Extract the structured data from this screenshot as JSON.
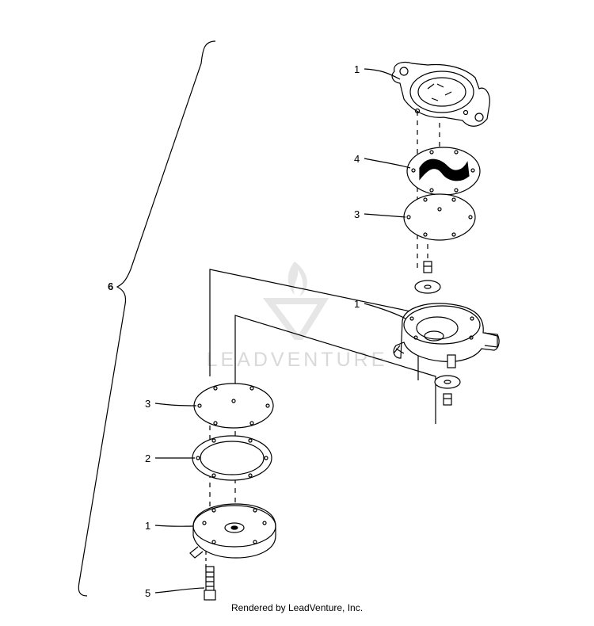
{
  "diagram": {
    "callouts": {
      "top_body": "1",
      "top_gasket": "4",
      "top_diaphragm": "3",
      "center_body": "1",
      "lower_diaphragm": "3",
      "lower_gasket": "2",
      "bottom_body": "1",
      "screw": "5",
      "assembly": "6"
    }
  },
  "watermark": {
    "text": "LEADVENTURE",
    "icon": "flame-logo-icon"
  },
  "footer": {
    "text": "Rendered by LeadVenture, Inc."
  },
  "colors": {
    "line": "#000000",
    "watermark": "#d9d9d9",
    "background": "#ffffff"
  }
}
